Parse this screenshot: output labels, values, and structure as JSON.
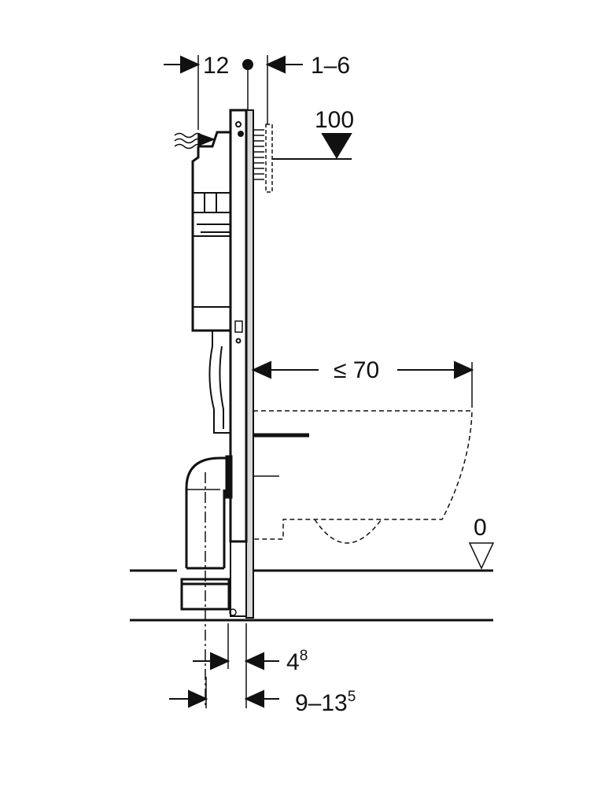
{
  "dimensions": {
    "top_left": "12",
    "top_right": "1–6",
    "height_marker": "100",
    "depth": "≤ 70",
    "floor_marker": "0",
    "bottom_small_base": "4",
    "bottom_small_sup": "8",
    "bottom_large_base": "9–13",
    "bottom_large_sup": "5"
  },
  "colors": {
    "line": "#111111",
    "panel": "#d9d9d9"
  }
}
